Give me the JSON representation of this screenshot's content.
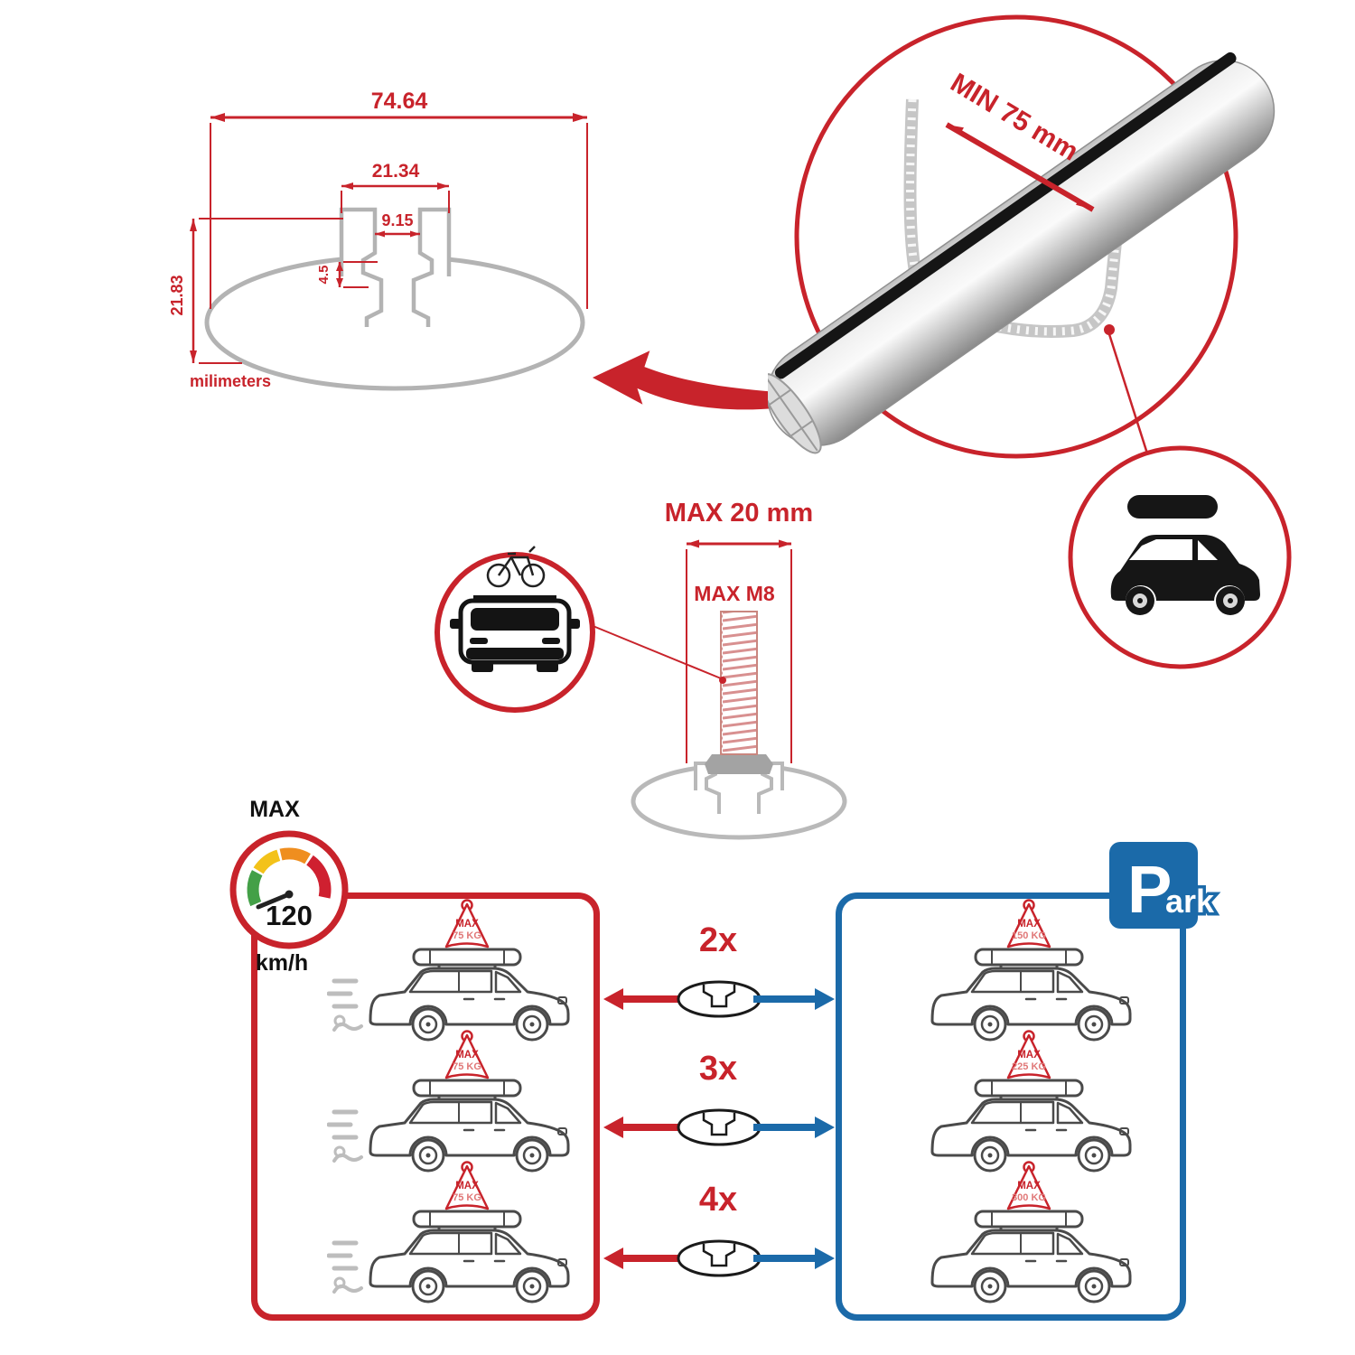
{
  "profile_dimensions": {
    "total_width": "74.64",
    "channel_outer_width": "21.34",
    "channel_slot_width": "9.15",
    "slot_depth": "4.5",
    "total_height": "21.83",
    "units_label": "milimeters"
  },
  "bar_detail": {
    "min_clamp_span": "MIN 75 mm"
  },
  "bolt_spec": {
    "max_length": "MAX 20 mm",
    "max_thread": "MAX M8"
  },
  "speed_limit": {
    "heading": "MAX",
    "value": "120",
    "units": "km/h"
  },
  "parking_sign": {
    "letter": "P",
    "rest": "ark"
  },
  "crossbar_counts": [
    "2x",
    "3x",
    "4x"
  ],
  "driving_panel": {
    "cars": [
      {
        "badge_title": "MAX",
        "badge_weight": "75 KG"
      },
      {
        "badge_title": "MAX",
        "badge_weight": "75 KG"
      },
      {
        "badge_title": "MAX",
        "badge_weight": "75 KG"
      }
    ]
  },
  "parked_panel": {
    "cars": [
      {
        "badge_title": "MAX",
        "badge_weight": "150 KG"
      },
      {
        "badge_title": "MAX",
        "badge_weight": "225 KG"
      },
      {
        "badge_title": "MAX",
        "badge_weight": "300 KG"
      }
    ]
  },
  "colors": {
    "accent_red": "#c8232b",
    "accent_blue": "#1b6aa9",
    "profile_gray": "#b9b9b9"
  }
}
